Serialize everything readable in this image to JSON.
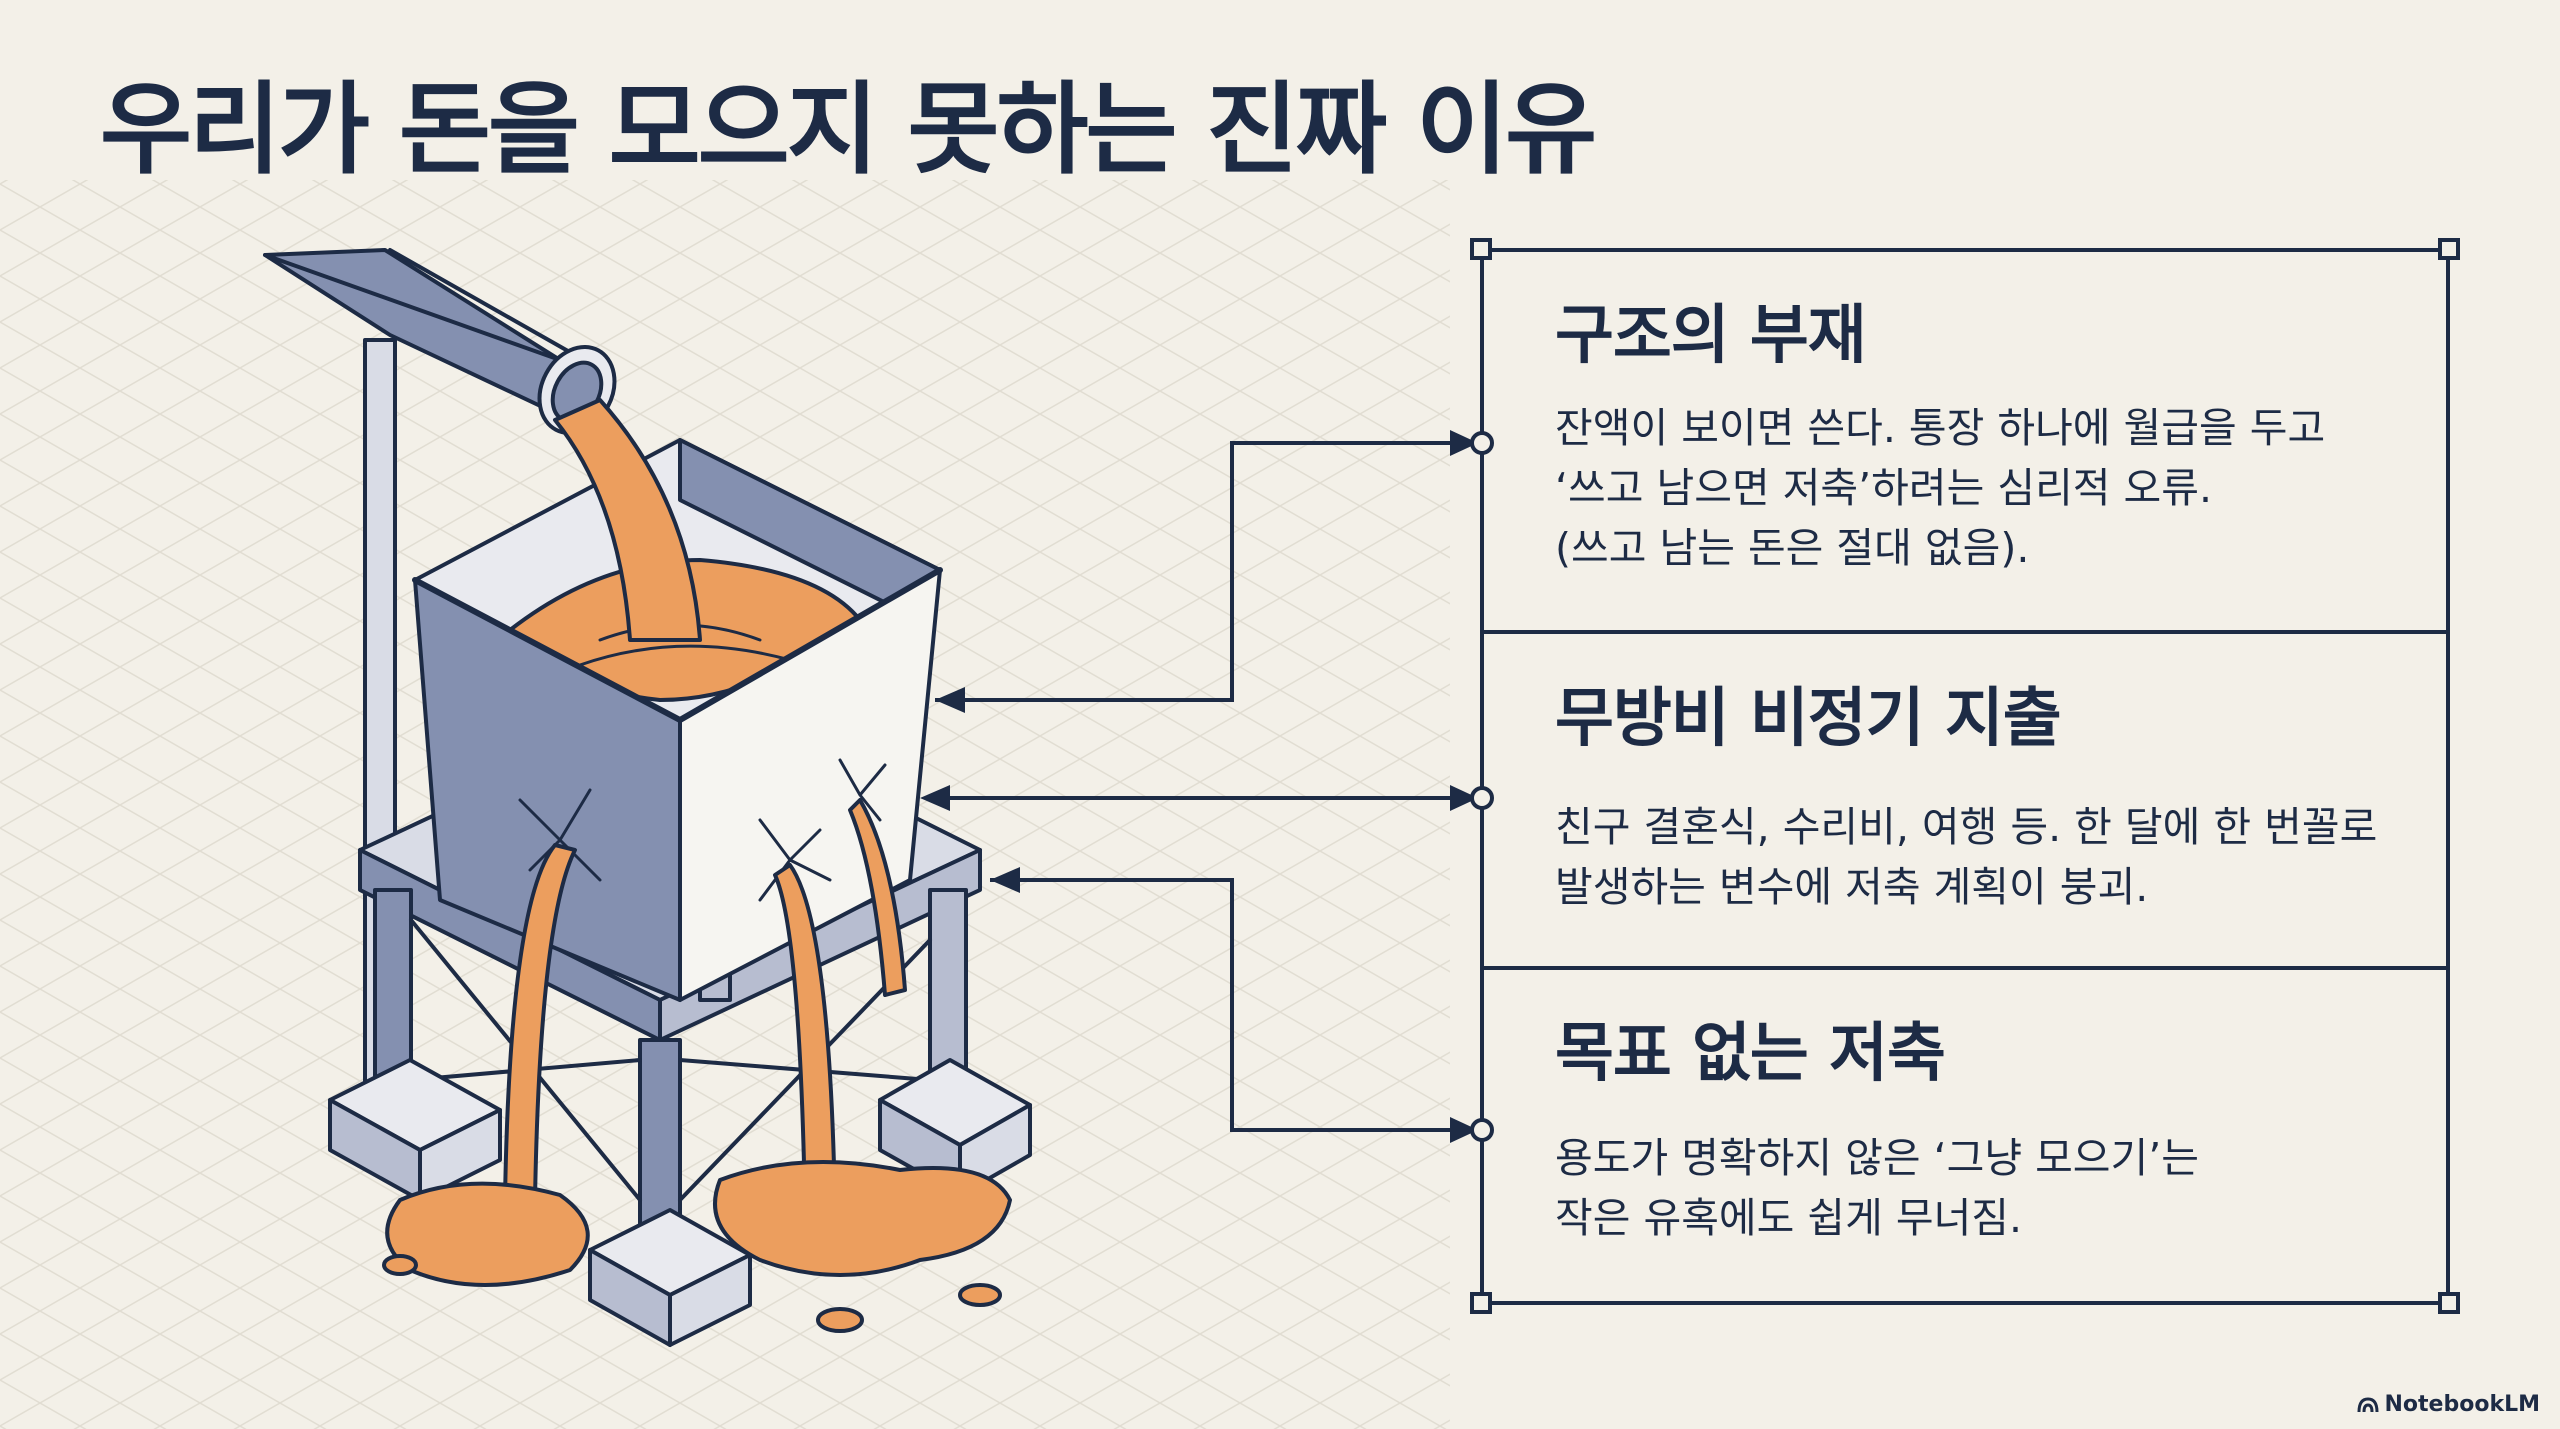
{
  "title": "우리가 돈을 모으지 못하는 진짜 이유",
  "sections": [
    {
      "heading": "구조의 부재",
      "lines": [
        "잔액이 보이면 쓴다. 통장 하나에 월급을 두고",
        "‘쓰고 남으면 저축’하려는 심리적 오류.",
        "(쓰고 남는 돈은 절대 없음)."
      ]
    },
    {
      "heading": "무방비 비정기 지출",
      "lines": [
        "친구 결혼식, 수리비, 여행 등. 한 달에 한 번꼴로",
        "발생하는 변수에 저축 계획이 붕괴."
      ]
    },
    {
      "heading": "목표 없는 저축",
      "lines": [
        "용도가 명확하지 않은 ‘그냥 모으기’는",
        "작은 유혹에도 쉽게 무너짐."
      ]
    }
  ],
  "watermark": "NotebookLM",
  "colors": {
    "ink": "#1d2b45",
    "background": "#f3f0e8",
    "liquid": "#ec9e5e",
    "steel": "#8490b0"
  }
}
